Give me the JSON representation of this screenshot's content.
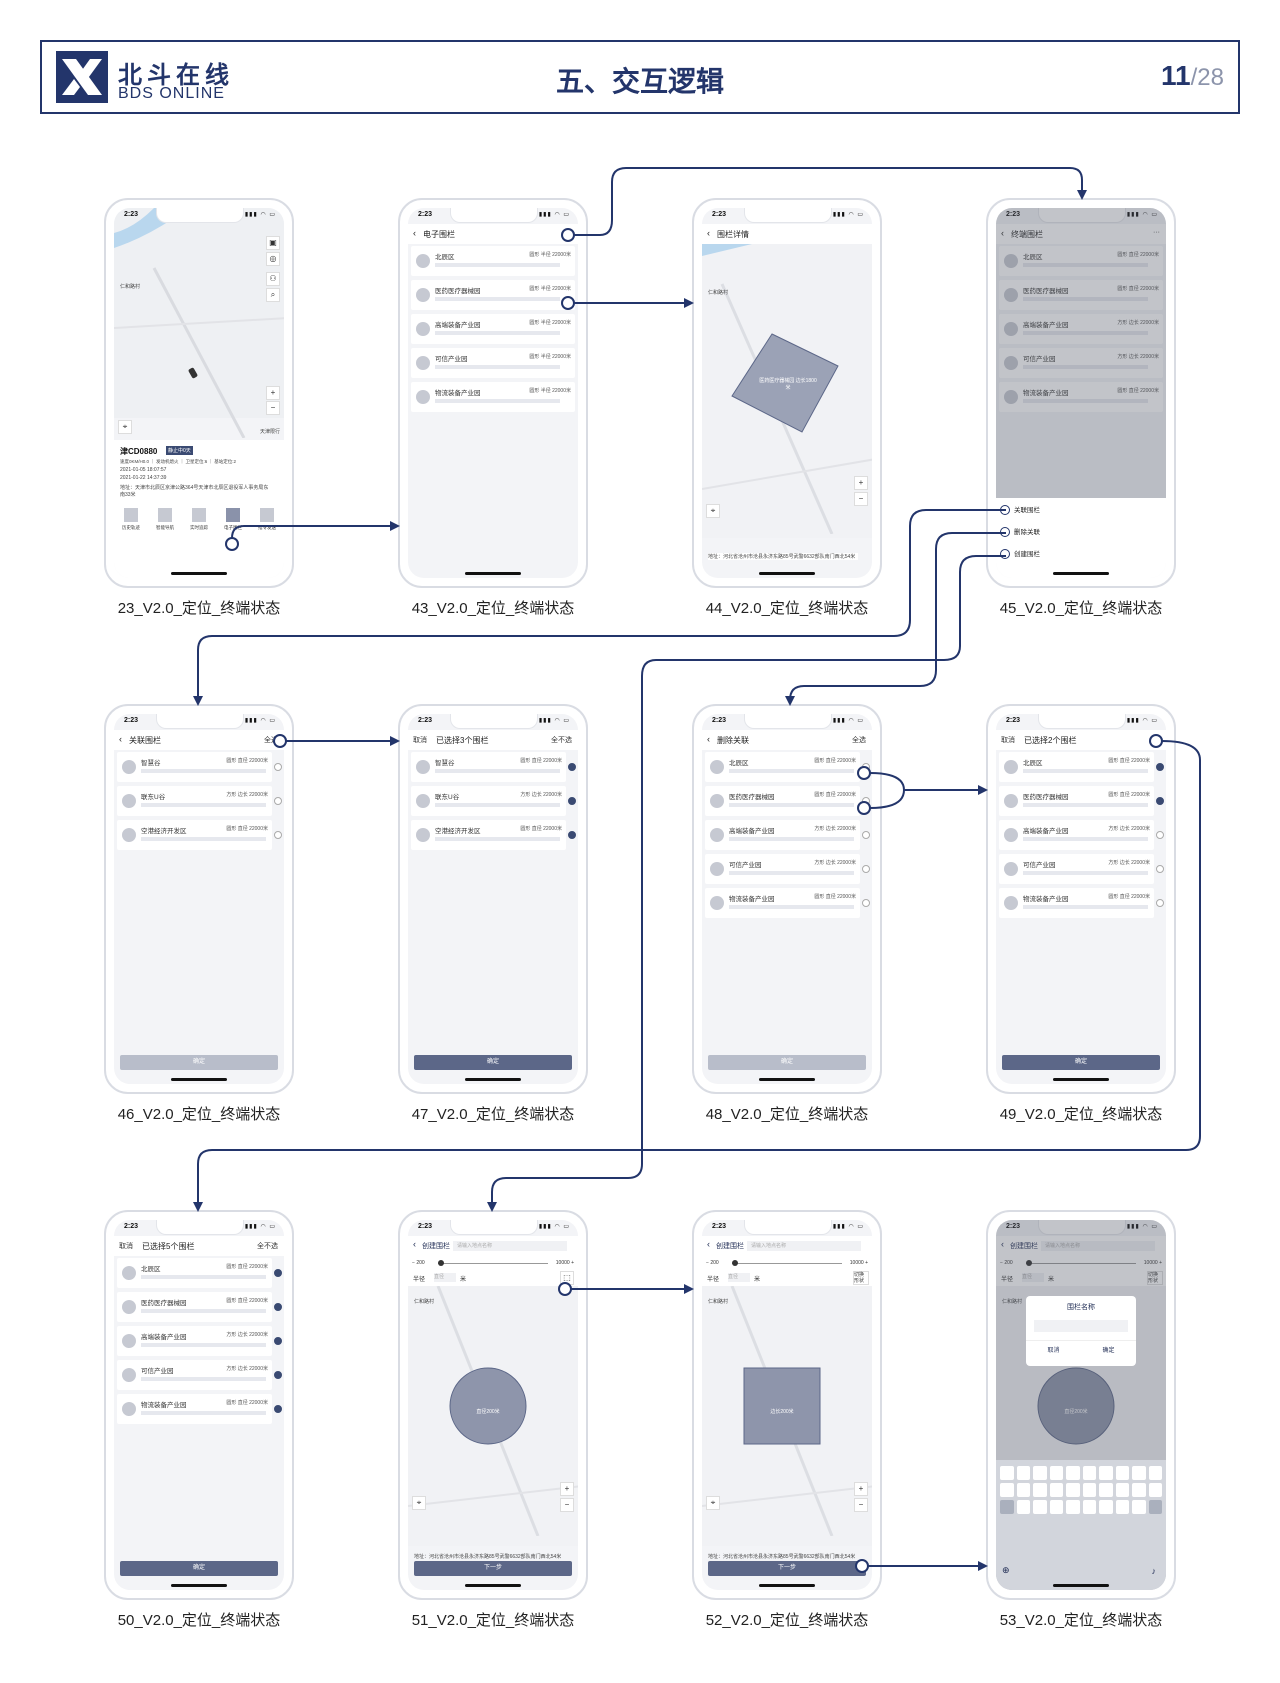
{
  "header": {
    "brand_cn": "北斗在线",
    "brand_en": "BDS ONLINE",
    "title": "五、交互逻辑",
    "page": "11",
    "total": "/28"
  },
  "colors": {
    "primary": "#23356b",
    "button": "#5c6788",
    "disabled": "#b8bdca"
  },
  "common": {
    "time": "2:23",
    "status_icons": "▮▮▮ ◠ ▭"
  },
  "captions": [
    "23_V2.0_定位_终端状态",
    "43_V2.0_定位_终端状态",
    "44_V2.0_定位_终端状态",
    "45_V2.0_定位_终端状态",
    "46_V2.0_定位_终端状态",
    "47_V2.0_定位_终端状态",
    "48_V2.0_定位_终端状态",
    "49_V2.0_定位_终端状态",
    "50_V2.0_定位_终端状态",
    "51_V2.0_定位_终端状态",
    "52_V2.0_定位_终端状态",
    "53_V2.0_定位_终端状态"
  ],
  "s23": {
    "plate": "津CD0880",
    "badge": "静止中0天",
    "speed": "速度0KM/H0.0 ｜ 发动机熄火 ｜ 卫星定位:6 ｜ 基站定位:2",
    "t1": "2021-01-05  18:07:57",
    "t2": "2021-01-22  14:37:39",
    "addr": "地址：天津市北辰区京津公路364号天津市北辰区退役军人事务局东南33米",
    "map_label": "天津限行",
    "tabs": [
      "历史轨迹",
      "智能导航",
      "实时追踪",
      "电子围栏",
      "指令发送"
    ],
    "road": "仁和路村"
  },
  "s43": {
    "title": "电子围栏",
    "items": [
      {
        "name": "北辰区",
        "meta": "圆形  半径 22000米"
      },
      {
        "name": "医药医疗器械园",
        "meta": "圆形  半径 22000米"
      },
      {
        "name": "高端装备产业园",
        "meta": "圆形  半径 22000米"
      },
      {
        "name": "可信产业园",
        "meta": "圆形  半径 22000米"
      },
      {
        "name": "物流装备产业园",
        "meta": "圆形  半径 22000米"
      }
    ]
  },
  "s44": {
    "title": "围栏详情",
    "poly_label": "医药医疗器械园 边长1800米",
    "addr": "地址：河北省沧州市沧县永济东路85号武警6632部队南门西北54米",
    "road": "仁和路村"
  },
  "s45": {
    "title": "终端围栏",
    "items": [
      {
        "name": "北辰区",
        "meta": "圆形  直径 22000米"
      },
      {
        "name": "医药医疗器械园",
        "meta": "圆形  直径 22000米"
      },
      {
        "name": "高端装备产业园",
        "meta": "方形  边长 22000米"
      },
      {
        "name": "可信产业园",
        "meta": "方形  边长 22000米"
      },
      {
        "name": "物流装备产业园",
        "meta": "圆形  直径 22000米"
      }
    ],
    "menu": [
      "关联围栏",
      "删除关联",
      "创建围栏"
    ]
  },
  "s46": {
    "title": "关联围栏",
    "right": "全选",
    "items": [
      {
        "name": "智慧谷",
        "meta": "圆形  直径 22000米"
      },
      {
        "name": "联东U谷",
        "meta": "方形  边长 22000米"
      },
      {
        "name": "空港经济开发区",
        "meta": "圆形  直径 22000米"
      }
    ],
    "button": "确定"
  },
  "s47": {
    "left": "取消",
    "title": "已选择3个围栏",
    "right": "全不选",
    "items": [
      {
        "name": "智慧谷",
        "meta": "圆形  直径 22000米"
      },
      {
        "name": "联东U谷",
        "meta": "方形  边长 22000米"
      },
      {
        "name": "空港经济开发区",
        "meta": "圆形  直径 22000米"
      }
    ],
    "button": "确定"
  },
  "s48": {
    "title": "删除关联",
    "right": "全选",
    "items": [
      {
        "name": "北辰区",
        "meta": "圆形  直径 22000米"
      },
      {
        "name": "医药医疗器械园",
        "meta": "圆形  直径 22000米"
      },
      {
        "name": "高端装备产业园",
        "meta": "方形  边长 22000米"
      },
      {
        "name": "可信产业园",
        "meta": "方形  边长 22000米"
      },
      {
        "name": "物流装备产业园",
        "meta": "圆形  直径 22000米"
      }
    ],
    "button": "确定"
  },
  "s49": {
    "left": "取消",
    "title": "已选择2个围栏",
    "items": [
      {
        "name": "北辰区",
        "meta": "圆形  直径 22000米"
      },
      {
        "name": "医药医疗器械园",
        "meta": "圆形  直径 22000米"
      },
      {
        "name": "高端装备产业园",
        "meta": "方形  边长 22000米"
      },
      {
        "name": "可信产业园",
        "meta": "方形  边长 22000米"
      },
      {
        "name": "物流装备产业园",
        "meta": "圆形  直径 22000米"
      }
    ],
    "button": "确定"
  },
  "s50": {
    "left": "取消",
    "title": "已选择5个围栏",
    "right": "全不选",
    "items": [
      {
        "name": "北辰区",
        "meta": "圆形  直径 22000米"
      },
      {
        "name": "医药医疗器械园",
        "meta": "圆形  直径 22000米"
      },
      {
        "name": "高端装备产业园",
        "meta": "方形  边长 22000米"
      },
      {
        "name": "可信产业园",
        "meta": "方形  边长 22000米"
      },
      {
        "name": "物流装备产业园",
        "meta": "圆形  直径 22000米"
      }
    ],
    "button": "确定"
  },
  "create": {
    "title": "创建围栏",
    "search": "请输入地点名称",
    "min": "200",
    "max": "10000",
    "radius": "半径",
    "radius_ph": "直径",
    "unit": "米",
    "switch": "切换形状",
    "circle": "直径200米",
    "square": "边长200米",
    "addr": "地址：河北省沧州市沧县永济东路85号武警6632部队南门西北54米",
    "next": "下一步",
    "road": "仁和路村"
  },
  "s53": {
    "dialog_title": "围栏名称",
    "cancel": "取消",
    "ok": "确定"
  }
}
